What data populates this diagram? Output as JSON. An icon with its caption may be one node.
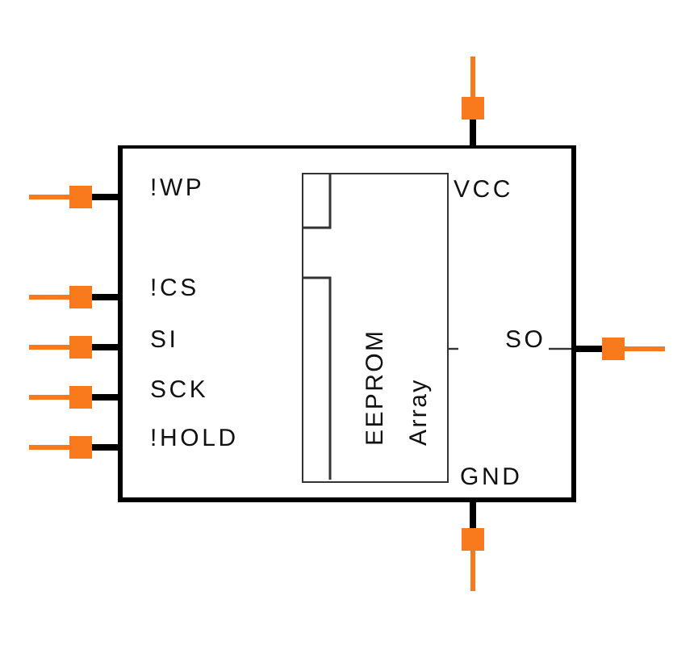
{
  "diagram": {
    "nodes": [
      {
        "text": [
          "!WP",
          "VCC",
          "!CS",
          "SI",
          "SO",
          "SCK",
          "!HOLD",
          "GND"
        ]
      },
      {
        "text": [
          "EEPROM Array"
        ],
        "in": 0
      }
    ]
  }
}
